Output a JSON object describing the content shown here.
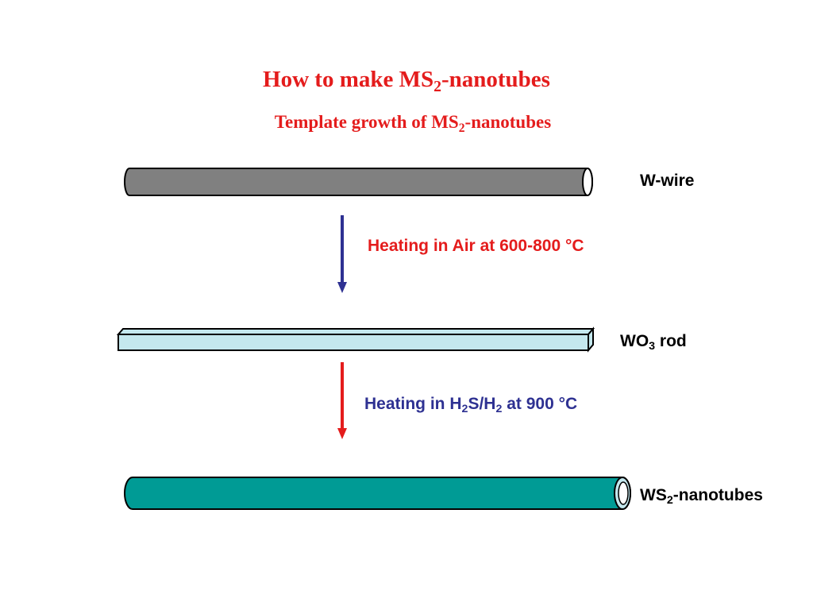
{
  "title": {
    "prefix": "How to make MS",
    "sub": "2",
    "suffix": "-nanotubes"
  },
  "subtitle": {
    "prefix": "Template growth of MS",
    "sub": "2",
    "suffix": "-nanotubes"
  },
  "steps": [
    {
      "label": "Heating in Air at 600-800 °C"
    },
    {
      "prefix": "Heating in H",
      "sub1": "2",
      "mid": "S/H",
      "sub2": "2",
      "suffix": " at 900 °C"
    }
  ],
  "stages": [
    {
      "label": "W-wire"
    },
    {
      "prefix": "WO",
      "sub": "3",
      "suffix": " rod"
    },
    {
      "prefix": "WS",
      "sub": "2",
      "suffix": "-nanotubes"
    }
  ],
  "colors": {
    "title": "#e41c1c",
    "wire": "#808080",
    "rod": "#c4e8ee",
    "nanotube": "#009b95",
    "arrow1": "#2e3192",
    "arrow2": "#e41c1c",
    "step1_text": "#e41c1c",
    "step2_text": "#2e3192",
    "label": "#000000"
  }
}
